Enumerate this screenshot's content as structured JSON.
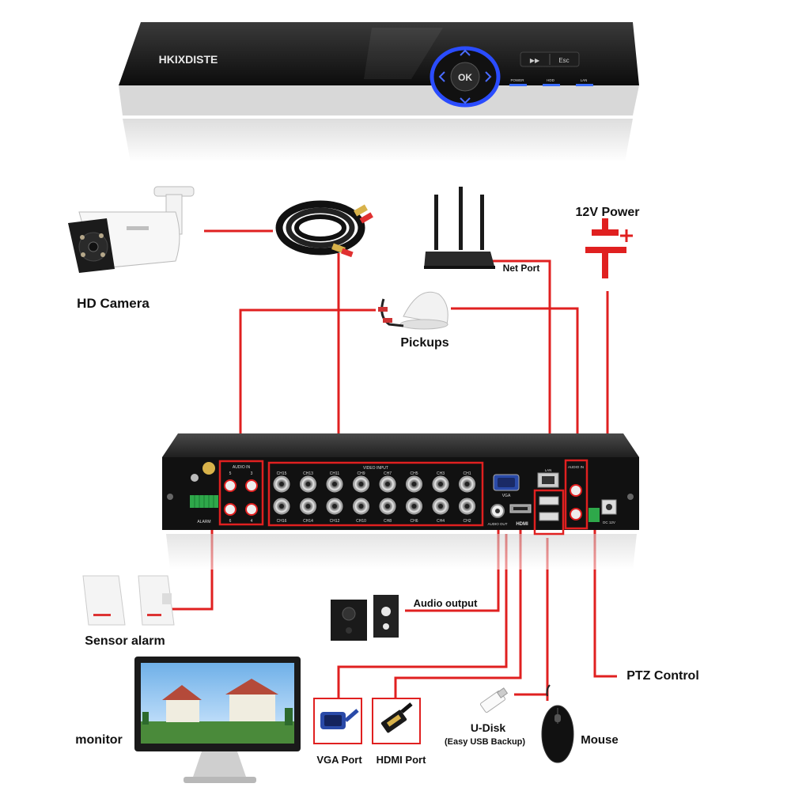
{
  "brand": "HKIXDISTE",
  "front_panel": {
    "ok_label": "OK",
    "button_labels": [
      "▶▶",
      "Esc"
    ],
    "led_labels": [
      "POWER",
      "HDD",
      "LAN"
    ]
  },
  "rear_panel": {
    "audio_in_header": "AUDIO IN",
    "audio_in_channels": [
      "5",
      "3",
      "6",
      "4"
    ],
    "video_input_header": "VIDEO INPUT",
    "channels_top": [
      "CH15",
      "CH13",
      "CH11",
      "CH9",
      "CH7",
      "CH5",
      "CH3",
      "CH1"
    ],
    "channels_bottom": [
      "CH16",
      "CH14",
      "CH12",
      "CH10",
      "CH8",
      "CH6",
      "CH4",
      "CH2"
    ],
    "vga_port_label": "VGA",
    "audio_out_port_label": "AUDIO OUT",
    "hdmi_port_label": "HDMI",
    "lan_port_label": "LAN",
    "right_audio_in_header": "AUDIO IN",
    "alarm_label": "ALARM",
    "dc_label": "DC 12V"
  },
  "labels": {
    "hd_camera": "HD Camera",
    "pickups": "Pickups",
    "net_port": "Net Port",
    "power": "12V Power",
    "sensor_alarm": "Sensor alarm",
    "audio_output": "Audio output",
    "monitor": "monitor",
    "vga_port": "VGA Port",
    "hdmi_port": "HDMI Port",
    "udisk": "U-Disk",
    "udisk_sub": "(Easy USB Backup)",
    "mouse": "Mouse",
    "ptz_control": "PTZ Control"
  },
  "colors": {
    "wire": "#e02020",
    "dvr_body": "#1a1a1a",
    "front_ring": "#1a3cff"
  }
}
